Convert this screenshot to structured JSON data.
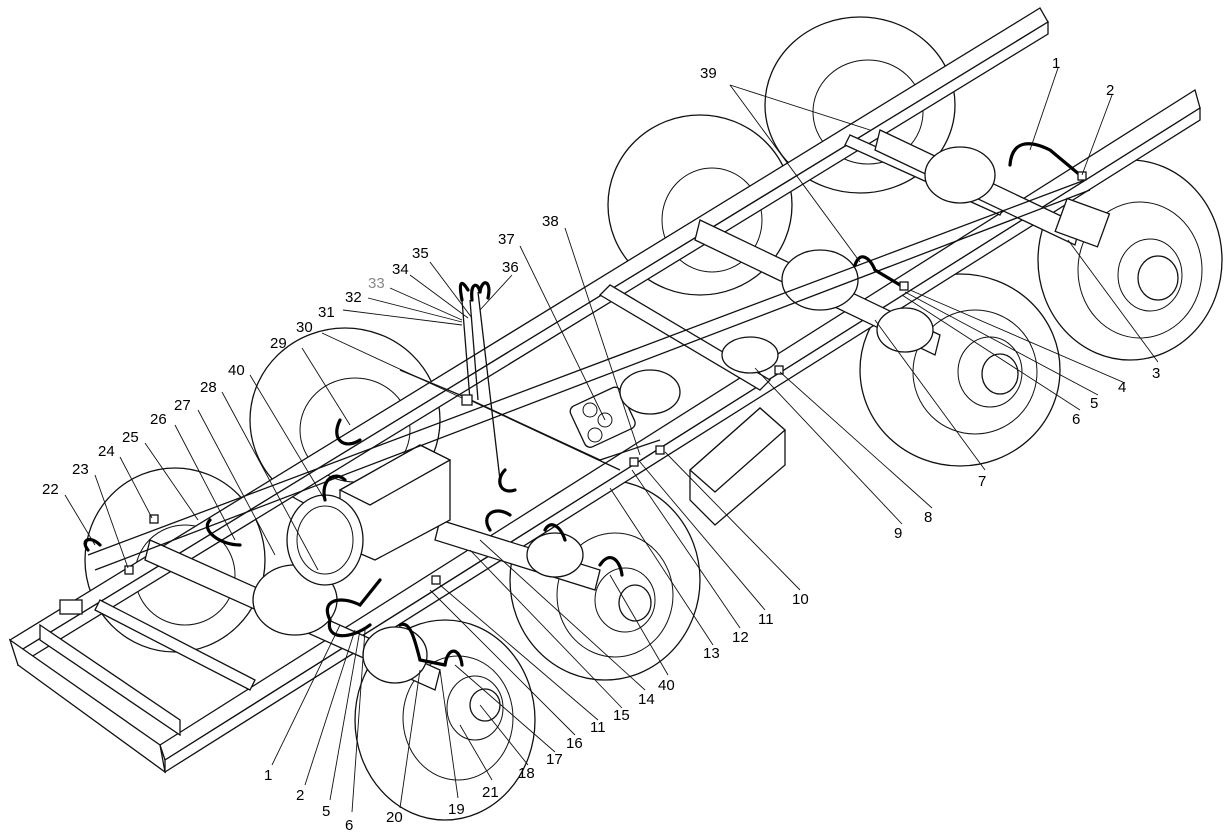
{
  "callouts": [
    {
      "id": "c1a",
      "text": "1"
    },
    {
      "id": "c2a",
      "text": "2"
    },
    {
      "id": "c3",
      "text": "3"
    },
    {
      "id": "c4",
      "text": "4"
    },
    {
      "id": "c5a",
      "text": "5"
    },
    {
      "id": "c6a",
      "text": "6"
    },
    {
      "id": "c7",
      "text": "7"
    },
    {
      "id": "c8",
      "text": "8"
    },
    {
      "id": "c9",
      "text": "9"
    },
    {
      "id": "c10",
      "text": "10"
    },
    {
      "id": "c11a",
      "text": "11"
    },
    {
      "id": "c12",
      "text": "12"
    },
    {
      "id": "c13",
      "text": "13"
    },
    {
      "id": "c40a",
      "text": "40"
    },
    {
      "id": "c14",
      "text": "14"
    },
    {
      "id": "c15",
      "text": "15"
    },
    {
      "id": "c11b",
      "text": "11"
    },
    {
      "id": "c16",
      "text": "16"
    },
    {
      "id": "c17",
      "text": "17"
    },
    {
      "id": "c18",
      "text": "18"
    },
    {
      "id": "c21",
      "text": "21"
    },
    {
      "id": "c19",
      "text": "19"
    },
    {
      "id": "c20",
      "text": "20"
    },
    {
      "id": "c6b",
      "text": "6"
    },
    {
      "id": "c5b",
      "text": "5"
    },
    {
      "id": "c2b",
      "text": "2"
    },
    {
      "id": "c1b",
      "text": "1"
    },
    {
      "id": "c22",
      "text": "22"
    },
    {
      "id": "c23",
      "text": "23"
    },
    {
      "id": "c24",
      "text": "24"
    },
    {
      "id": "c25",
      "text": "25"
    },
    {
      "id": "c26",
      "text": "26"
    },
    {
      "id": "c27",
      "text": "27"
    },
    {
      "id": "c28",
      "text": "28"
    },
    {
      "id": "c40b",
      "text": "40"
    },
    {
      "id": "c29",
      "text": "29"
    },
    {
      "id": "c30",
      "text": "30"
    },
    {
      "id": "c31",
      "text": "31"
    },
    {
      "id": "c32",
      "text": "32"
    },
    {
      "id": "c33",
      "text": "33"
    },
    {
      "id": "c34",
      "text": "34"
    },
    {
      "id": "c35",
      "text": "35"
    },
    {
      "id": "c36",
      "text": "36"
    },
    {
      "id": "c37",
      "text": "37"
    },
    {
      "id": "c38",
      "text": "38"
    },
    {
      "id": "c39",
      "text": "39"
    }
  ],
  "colors": {
    "ink": "#111111",
    "paper": "#ffffff",
    "label_muted": "#888888"
  }
}
